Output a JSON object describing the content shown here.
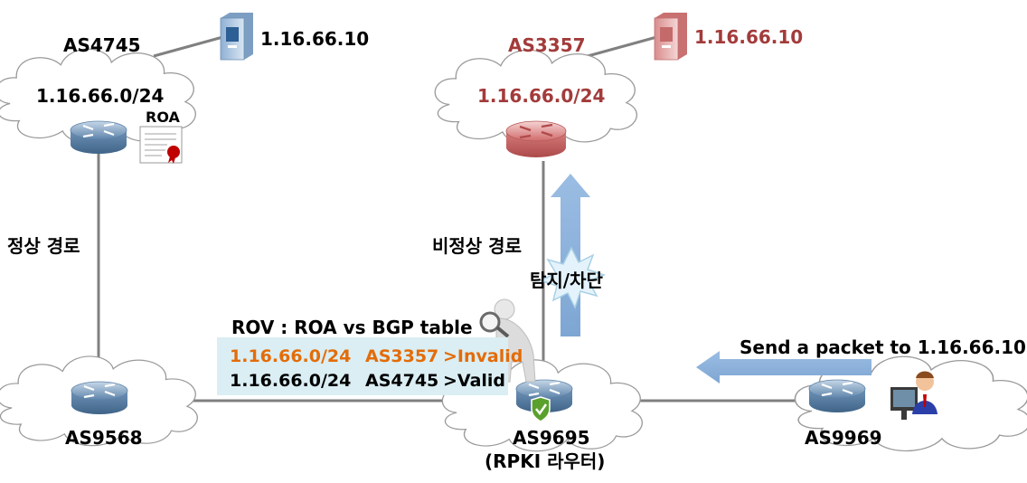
{
  "nodes": {
    "as4745": {
      "name": "AS4745",
      "prefix": "1.16.66.0/24",
      "server_ip": "1.16.66.10",
      "roa_label": "ROA"
    },
    "as3357": {
      "name": "AS3357",
      "prefix": "1.16.66.0/24",
      "server_ip": "1.16.66.10"
    },
    "as9568": {
      "name": "AS9568"
    },
    "as9695": {
      "name": "AS9695",
      "subtitle": "(RPKI 라우터)"
    },
    "as9969": {
      "name": "AS9969"
    }
  },
  "paths": {
    "normal": "정상 경로",
    "abnormal": "비정상 경로",
    "detect_block": "탐지/차단",
    "send_packet": "Send a packet to 1.16.66.10"
  },
  "rov": {
    "title": "ROV : ROA vs BGP table",
    "rows": [
      {
        "prefix": "1.16.66.0/24",
        "as": "AS3357",
        "result": ">Invalid"
      },
      {
        "prefix": "1.16.66.0/24",
        "as": "AS4745",
        "result": ">Valid"
      }
    ]
  },
  "colors": {
    "legit": "#000000",
    "hijack": "#a33b3b",
    "invalid": "#e36c09",
    "arrow": "#8db3e2",
    "router_blue": "#6c8fb3",
    "router_red": "#d97a7a",
    "rov_box": "#daeef3"
  },
  "icons": [
    "cloud-icon",
    "router-icon",
    "server-icon",
    "roa-certificate-icon",
    "shield-check-icon",
    "inspector-person-icon",
    "user-computer-icon",
    "starburst-icon"
  ]
}
